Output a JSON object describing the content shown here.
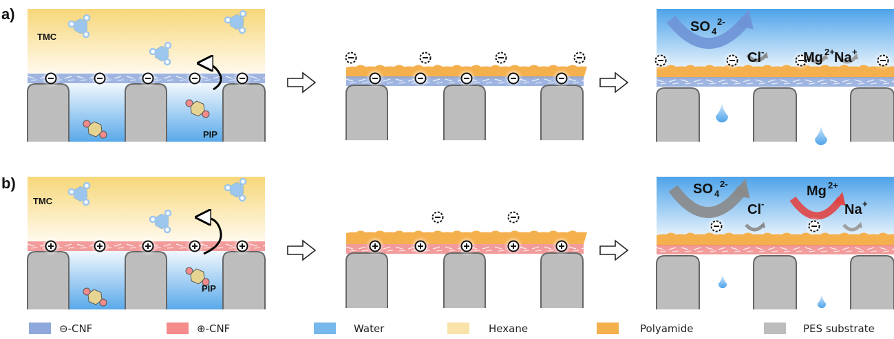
{
  "panels": [
    {
      "label": "a)",
      "charge": "negative",
      "cnf_color": "#8ea8dc",
      "step1": {
        "tmc_label": "TMC",
        "pip_label": "PIP"
      },
      "step3": {
        "ions": [
          "SO4 2-",
          "Cl-",
          "Mg2+",
          "Na+"
        ]
      }
    },
    {
      "label": "b)",
      "charge": "positive",
      "cnf_color": "#f08a8a",
      "step1": {
        "tmc_label": "TMC",
        "pip_label": "PIP"
      },
      "step3": {
        "ions": [
          "SO4 2-",
          "Cl-",
          "Mg2+",
          "Na+"
        ]
      }
    }
  ],
  "text": {
    "a_label": "a)",
    "b_label": "b)",
    "tmc": "TMC",
    "pip": "PIP",
    "so4": "SO",
    "so4_sub": "4",
    "so4_sup": "2-",
    "cl": "Cl",
    "cl_sup": "-",
    "mg": "Mg",
    "mg_sup": "2+",
    "na": "Na",
    "na_sup": "+"
  },
  "legend": [
    {
      "label": "⊖-CNF",
      "color": "#8ea8dc"
    },
    {
      "label": "⊕-CNF",
      "color": "#f58b8b"
    },
    {
      "label": "Water",
      "color": "#76b8ec"
    },
    {
      "label": "Hexane",
      "color": "#f9e3a8"
    },
    {
      "label": "Polyamide",
      "color": "#f5b04e"
    },
    {
      "label": "PES substrate",
      "color": "#bdbdbd"
    }
  ],
  "colors": {
    "hexane": "#f7d77a",
    "water": "#5aa9ea",
    "polyamide": "#f5b04e",
    "pes": "#bdbdbd",
    "neg_cnf": "#8ea8dc",
    "pos_cnf": "#f08a8a"
  }
}
